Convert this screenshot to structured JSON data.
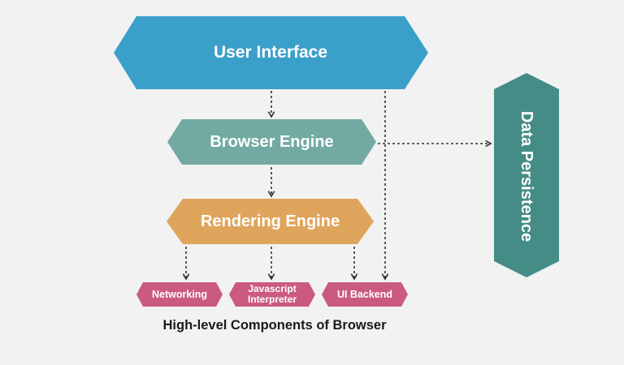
{
  "colors": {
    "user_interface": "#3aa0c9",
    "browser_engine": "#72aaa3",
    "rendering_engine": "#e0a55c",
    "data_persistence": "#468c86",
    "subcomponent": "#cb5b7e",
    "arrow": "#333333"
  },
  "components": {
    "user_interface": "User Interface",
    "browser_engine": "Browser Engine",
    "rendering_engine": "Rendering Engine",
    "data_persistence": "Data Persistence",
    "networking": "Networking",
    "javascript_interpreter_line1": "Javascript",
    "javascript_interpreter_line2": "Interpreter",
    "ui_backend": "UI Backend"
  },
  "caption": "High-level Components of Browser"
}
